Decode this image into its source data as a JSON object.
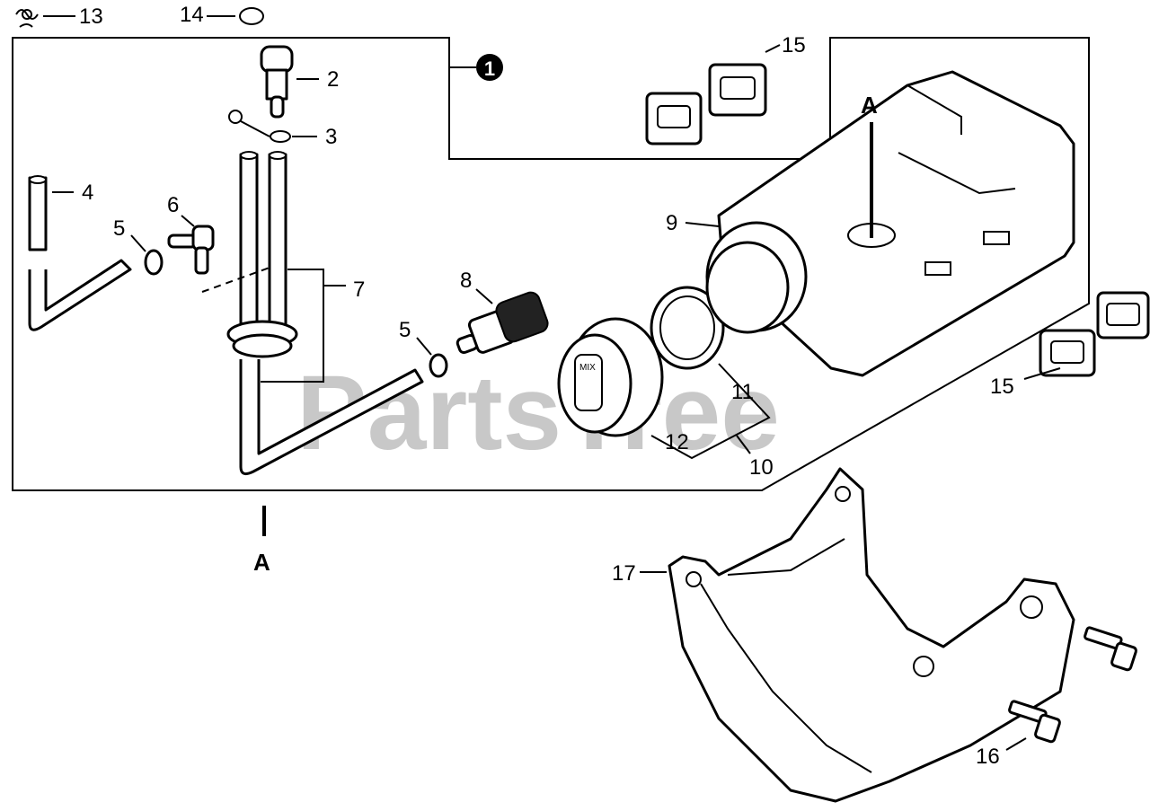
{
  "watermark": "PartsTree",
  "callout_number": "1",
  "section_marker": "A",
  "labels": {
    "p2": "2",
    "p3": "3",
    "p4": "4",
    "p5a": "5",
    "p5b": "5",
    "p6": "6",
    "p7": "7",
    "p8": "8",
    "p9": "9",
    "p10": "10",
    "p11": "11",
    "p12": "12",
    "p13": "13",
    "p14": "14",
    "p15a": "15",
    "p15b": "15",
    "p16": "16",
    "p17": "17"
  },
  "cap_text": "MIX"
}
